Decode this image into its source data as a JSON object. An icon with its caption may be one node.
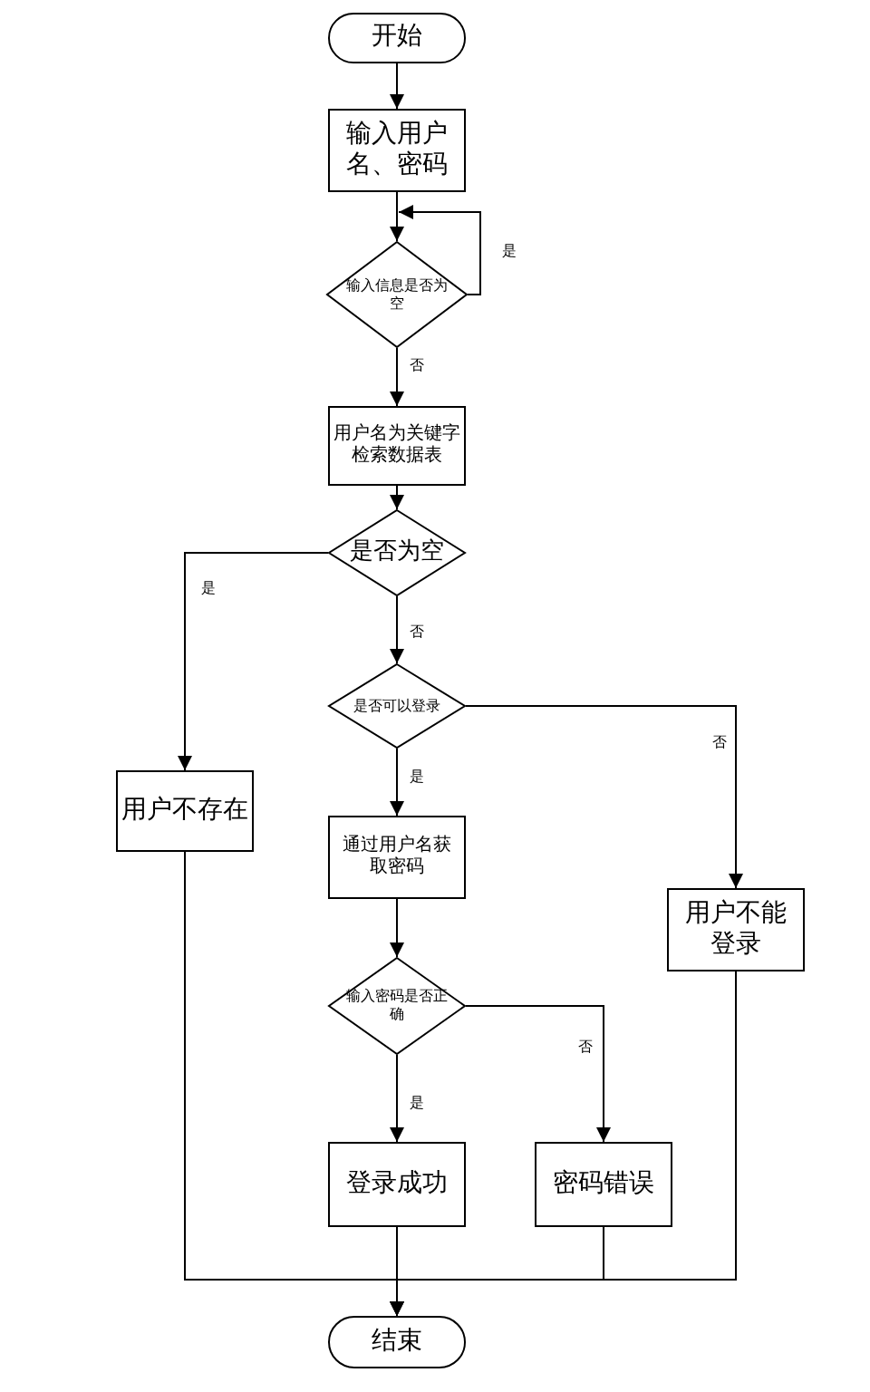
{
  "diagram": {
    "nodes": [
      {
        "text": [
          "开始"
        ]
      },
      {
        "text": [
          "输入用户名、密码"
        ]
      },
      {
        "text": [
          "输入信息是否为空"
        ]
      },
      {
        "text": [
          "用户名为关键字检索数据表"
        ]
      },
      {
        "text": [
          "是否为空"
        ]
      },
      {
        "text": [
          "是否可以登录"
        ]
      },
      {
        "text": [
          "用户不存在"
        ]
      },
      {
        "text": [
          "通过用户名获取密码"
        ]
      },
      {
        "text": [
          "用户不能登录"
        ]
      },
      {
        "text": [
          "输入密码是否正确"
        ]
      },
      {
        "text": [
          "登录成功"
        ]
      },
      {
        "text": [
          "密码错误"
        ]
      },
      {
        "text": [
          "结束"
        ]
      }
    ],
    "edges": [
      {
        "from": 0,
        "to": 1,
        "arrow": "to"
      },
      {
        "from": 1,
        "to": 2,
        "arrow": "to"
      },
      {
        "from": 2,
        "to": 2,
        "arrow": "to",
        "label": "是"
      },
      {
        "from": 2,
        "to": 3,
        "arrow": "to",
        "label": "否"
      },
      {
        "from": 3,
        "to": 4,
        "arrow": "to"
      },
      {
        "from": 4,
        "to": 6,
        "arrow": "to",
        "label": "是"
      },
      {
        "from": 4,
        "to": 5,
        "arrow": "to",
        "label": "否"
      },
      {
        "from": 5,
        "to": 7,
        "arrow": "to",
        "label": "是"
      },
      {
        "from": 5,
        "to": 8,
        "arrow": "to",
        "label": "否"
      },
      {
        "from": 7,
        "to": 9,
        "arrow": "to"
      },
      {
        "from": 9,
        "to": 10,
        "arrow": "to",
        "label": "是"
      },
      {
        "from": 9,
        "to": 11,
        "arrow": "to",
        "label": "否"
      },
      {
        "from": 6,
        "to": 12,
        "arrow": "to"
      },
      {
        "from": 10,
        "to": 12,
        "arrow": "to"
      },
      {
        "from": 8,
        "to": 12,
        "arrow": "to"
      },
      {
        "from": 11,
        "to": 12,
        "arrow": "to"
      }
    ]
  }
}
